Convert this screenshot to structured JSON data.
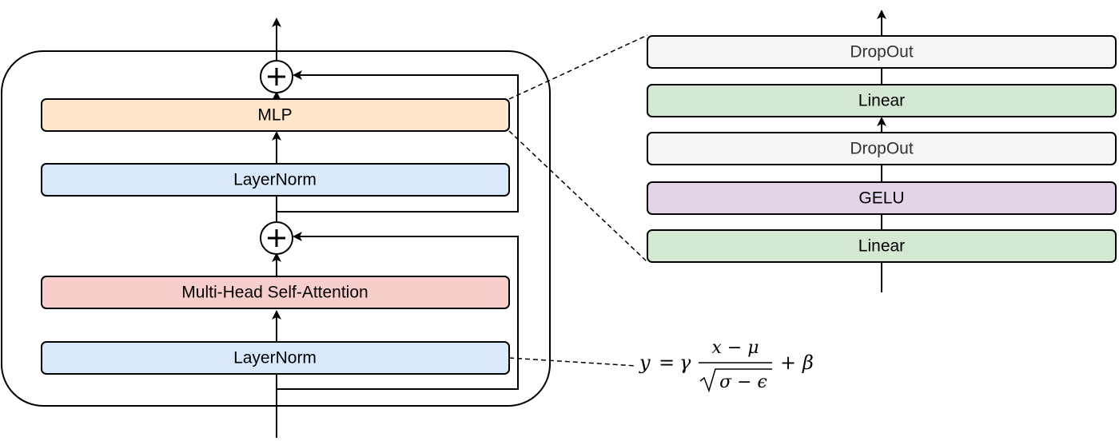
{
  "encoder_block": {
    "mlp": {
      "label": "MLP",
      "color": "#ffe6cc"
    },
    "layernorm_top": {
      "label": "LayerNorm",
      "color": "#dae8fc"
    },
    "attention": {
      "label": "Multi-Head Self-Attention",
      "color": "#f8cecc"
    },
    "layernorm_bottom": {
      "label": "LayerNorm",
      "color": "#dae8fc"
    },
    "add_symbol": "+"
  },
  "mlp_detail": {
    "layers": [
      {
        "label": "DropOut",
        "color": "#f5f5f5"
      },
      {
        "label": "Linear",
        "color": "#d5e8d4"
      },
      {
        "label": "DropOut",
        "color": "#f5f5f5"
      },
      {
        "label": "GELU",
        "color": "#e1d5e7"
      },
      {
        "label": "Linear",
        "color": "#d5e8d4"
      }
    ]
  },
  "formula": {
    "lhs": "y",
    "equals": "=",
    "gamma": "γ",
    "numerator": "x − μ",
    "denominator": "σ − ϵ",
    "plus": "+",
    "beta": "β"
  }
}
